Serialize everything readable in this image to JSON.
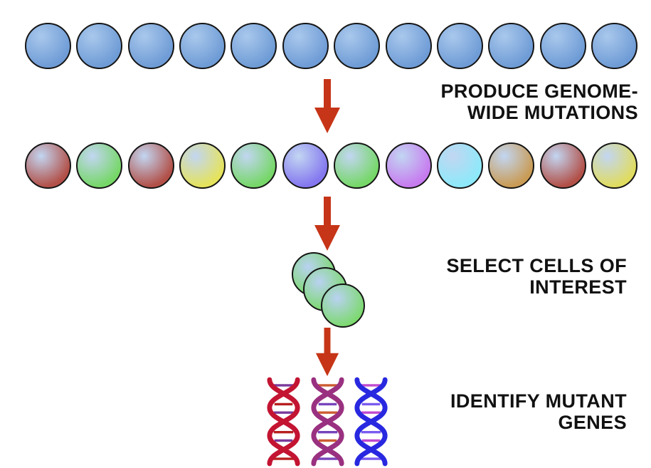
{
  "colors": {
    "arrow": "#c63517",
    "cell_outline": "#151515",
    "text": "#111111",
    "background": "#ffffff"
  },
  "steps": [
    {
      "line1": "PRODUCE GENOME-",
      "line2": "WIDE MUTATIONS"
    },
    {
      "line1": "SELECT CELLS OF",
      "line2": "INTEREST"
    },
    {
      "line1": "IDENTIFY MUTANT",
      "line2": "GENES"
    }
  ],
  "cells": {
    "original_row": {
      "count": 12,
      "color": "#6f9cd6",
      "highlight": "#a9c8ec"
    },
    "mutated_row": {
      "count": 12,
      "highlight": "#c2d6f2",
      "colors": [
        "#b25048",
        "#76d768",
        "#b25048",
        "#e5e35c",
        "#76d768",
        "#8477ef",
        "#76d768",
        "#c77bef",
        "#8de9f9",
        "#c99b55",
        "#b25048",
        "#e0dc60"
      ]
    },
    "selected_cluster": {
      "count": 3,
      "color": "#7cd96d",
      "highlight": "#b9d2f2"
    }
  },
  "dna_helices": [
    {
      "name": "red-helix",
      "strand": "#c31432",
      "rung_a": "#7a3a9a",
      "rung_b": "#b81f1f"
    },
    {
      "name": "purple-helix",
      "strand": "#9a3080",
      "rung_a": "#cc5c33",
      "rung_b": "#7744bb"
    },
    {
      "name": "blue-helix",
      "strand": "#2828e0",
      "rung_a": "#c04ad0",
      "rung_b": "#7a5cf0"
    }
  ]
}
